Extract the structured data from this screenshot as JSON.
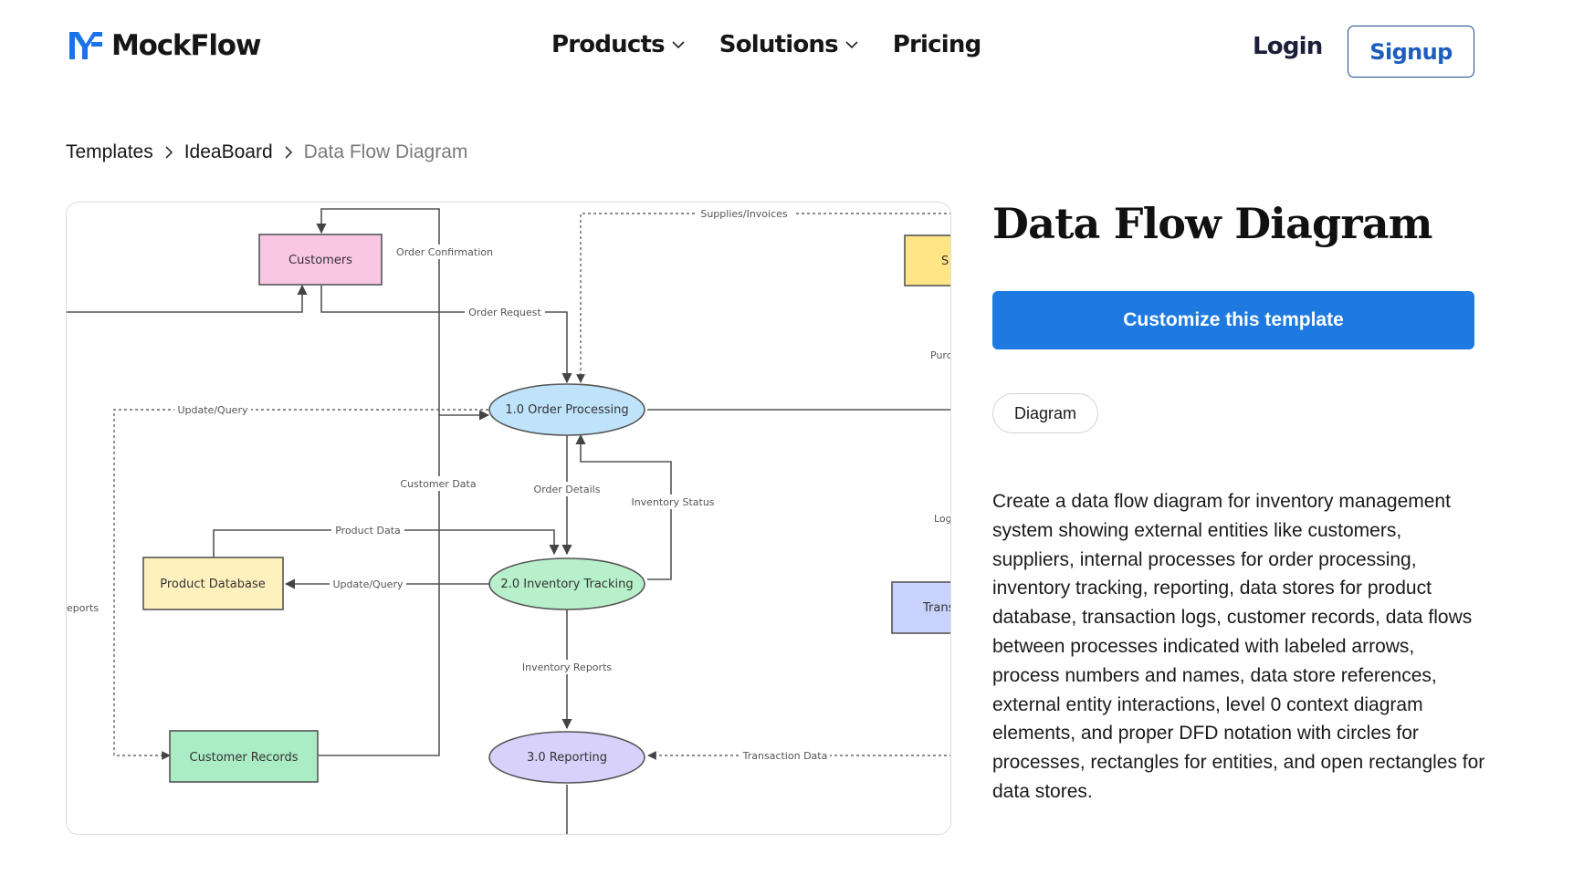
{
  "header": {
    "logo_text": "MockFlow",
    "nav": [
      {
        "label": "Products",
        "has_dropdown": true
      },
      {
        "label": "Solutions",
        "has_dropdown": true
      },
      {
        "label": "Pricing",
        "has_dropdown": false
      }
    ],
    "login_label": "Login",
    "signup_label": "Signup"
  },
  "breadcrumb": {
    "items": [
      "Templates",
      "IdeaBoard"
    ],
    "current": "Data Flow Diagram"
  },
  "preview": {
    "nodes": {
      "customers": "Customers",
      "order_processing": "1.0 Order Processing",
      "inventory_tracking": "2.0 Inventory Tracking",
      "reporting": "3.0 Reporting",
      "product_database": "Product Database",
      "customer_records": "Customer Records",
      "supplier_partial": "S",
      "transaction_partial": "Trans"
    },
    "flows": {
      "supplies_invoices": "Supplies/Invoices",
      "order_confirmation": "Order Confirmation",
      "order_request": "Order Request",
      "update_query_top": "Update/Query",
      "customer_data": "Customer Data",
      "order_details": "Order Details",
      "inventory_status": "Inventory Status",
      "product_data": "Product Data",
      "update_query_mid": "Update/Query",
      "inventory_reports": "Inventory Reports",
      "transaction_data": "Transaction Data",
      "reports_partial": "eports",
      "purchase_partial": "Purcl",
      "log_partial": "Log"
    },
    "colors": {
      "customers": "#f9c6e4",
      "order_processing": "#bfe3fb",
      "inventory_tracking": "#b7f0cb",
      "reporting": "#d8d1fb",
      "product_database": "#fff1bd",
      "customer_records": "#a9ecc5",
      "supplier": "#ffe585",
      "transaction": "#c8d2fb"
    }
  },
  "detail": {
    "title": "Data Flow Diagram",
    "cta_label": "Customize this template",
    "tag": "Diagram",
    "description": "Create a data flow diagram for inventory management system showing external entities like customers, suppliers, internal processes for order processing, inventory tracking, reporting, data stores for product database, transaction logs, customer records, data flows between processes indicated with labeled arrows, process numbers and names, data store references, external entity interactions, level 0 context diagram elements, and proper DFD notation with circles for processes, rectangles for entities, and open rectangles for data stores.",
    "accent_color": "#1e7ae0"
  }
}
